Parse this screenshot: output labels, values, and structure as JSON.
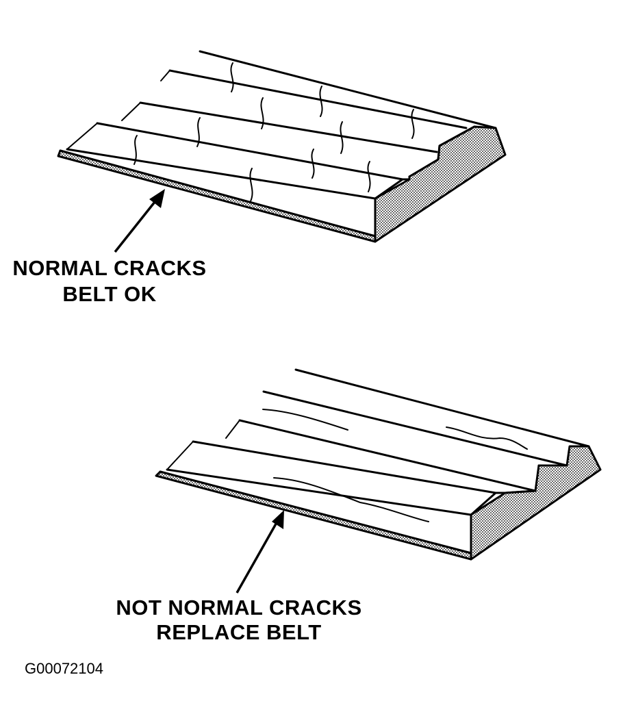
{
  "figure": {
    "top_label_line1": "NORMAL CRACKS",
    "top_label_line2": "BELT OK",
    "bottom_label_line1": "NOT NORMAL CRACKS",
    "bottom_label_line2": "REPLACE BELT",
    "figure_code": "G00072104"
  },
  "colors": {
    "ink": "#000000",
    "paper": "#ffffff",
    "shade": "#c8c8c8"
  }
}
